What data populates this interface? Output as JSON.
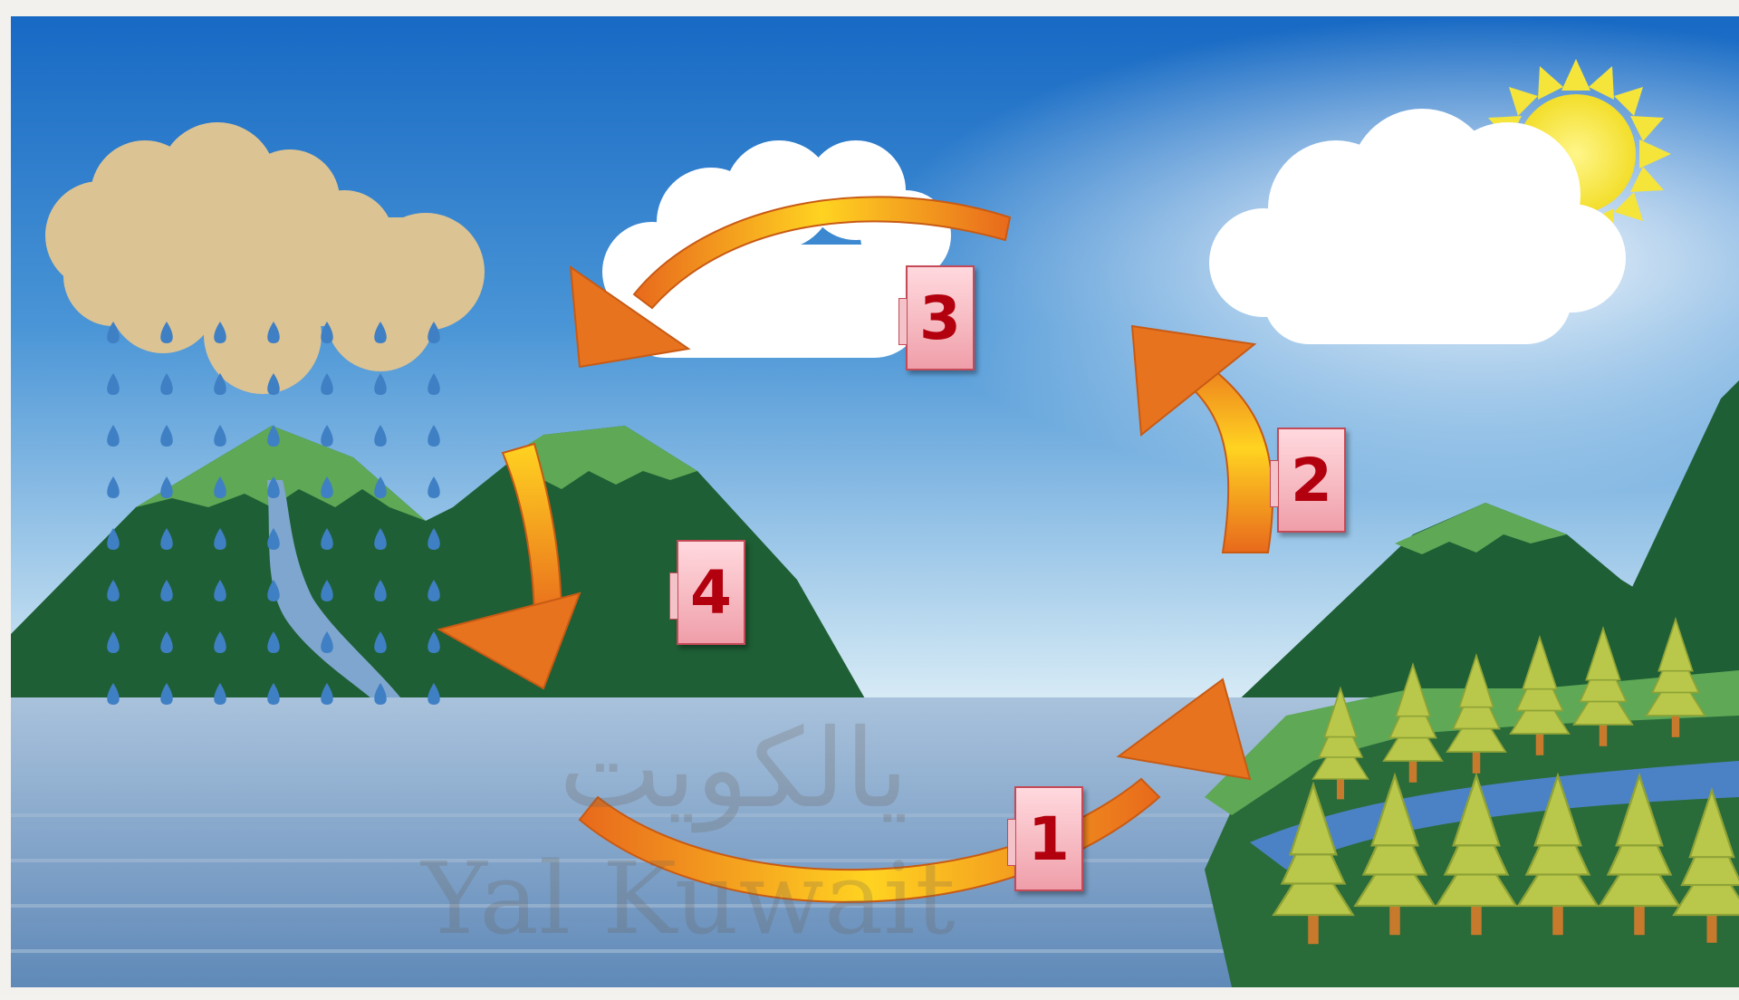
{
  "diagram": {
    "markers": [
      {
        "label": "1",
        "meaning": ""
      },
      {
        "label": "2",
        "meaning": ""
      },
      {
        "label": "3",
        "meaning": ""
      },
      {
        "label": "4",
        "meaning": ""
      }
    ],
    "watermark": {
      "arabic": "يالكويت",
      "latin": "Yal Kuwait"
    }
  },
  "colors": {
    "sky_top": "#1a6fc6",
    "sky_bottom": "#d8ecf7",
    "water": "#6d94c0",
    "mountain_dark": "#1e5f35",
    "mountain_light": "#5ea856",
    "tree": "#b9c84a",
    "arrow_yellow": "#ffd21e",
    "arrow_orange": "#e8731e",
    "marker_text": "#b3000f",
    "rain_cloud": "#dcc393"
  },
  "icons": [
    "sun-icon",
    "cloud-icon",
    "rain-cloud-icon",
    "raindrop-icon",
    "tree-icon",
    "mountain-icon",
    "curved-arrow-icon"
  ]
}
